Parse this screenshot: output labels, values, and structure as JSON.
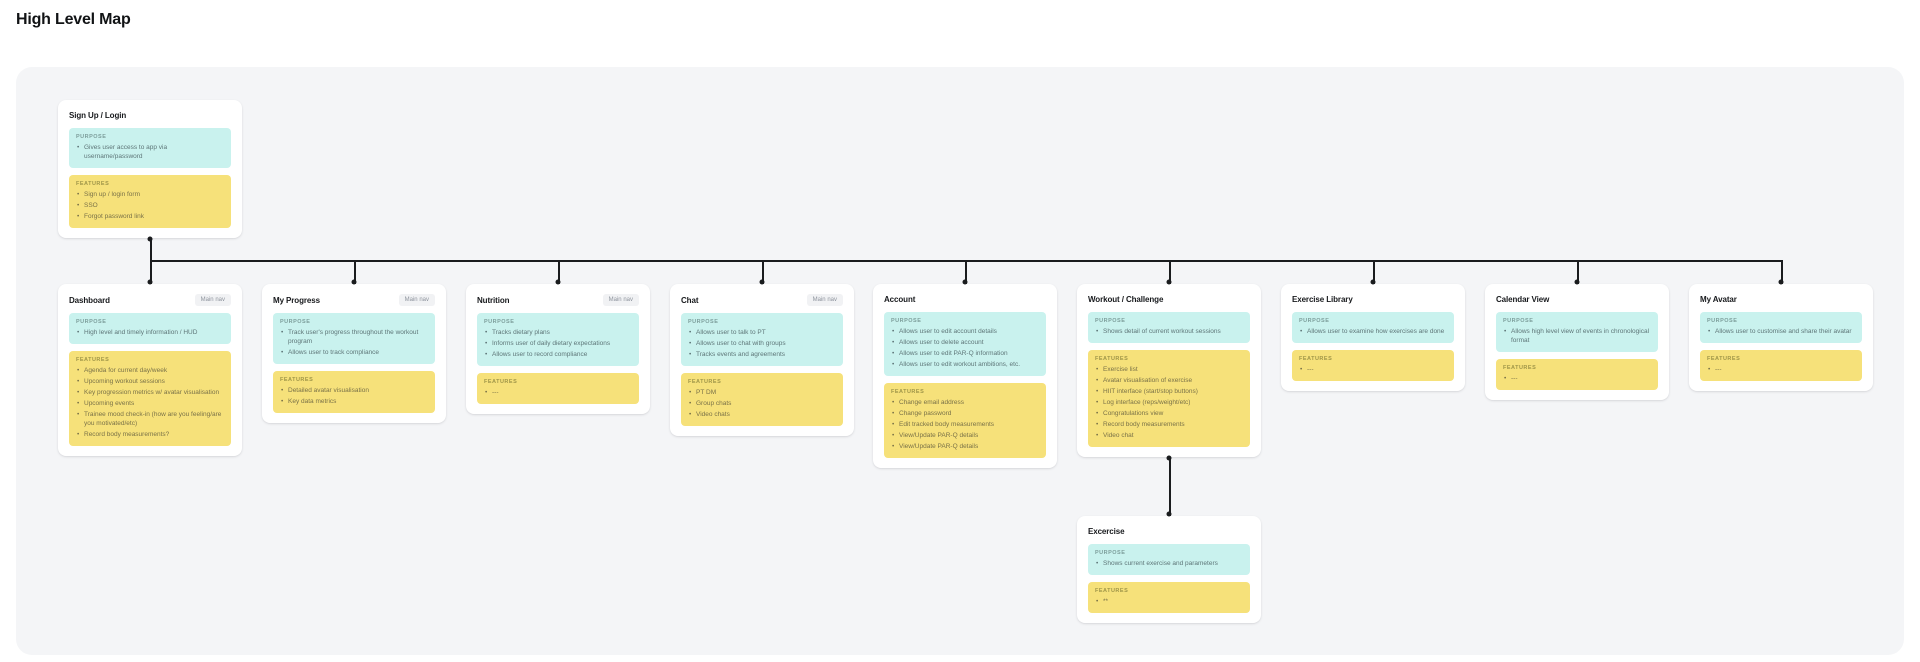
{
  "page_title": "High Level Map",
  "labels": {
    "purpose": "PURPOSE",
    "features": "FEATURES",
    "main_nav": "Main nav"
  },
  "colors": {
    "board_bg": "#f4f5f7",
    "purpose_bg": "#c9f2ee",
    "features_bg": "#f6e17a",
    "connector": "#1a1c1e"
  },
  "cards": {
    "signup": {
      "title": "Sign Up / Login",
      "purpose": [
        "Gives user access to app via username/password"
      ],
      "features": [
        "Sign up / login form",
        "SSO",
        "Forgot password link"
      ]
    },
    "dashboard": {
      "title": "Dashboard",
      "badge": "Main nav",
      "purpose": [
        "High level and timely information / HUD"
      ],
      "features": [
        "Agenda for current day/week",
        "Upcoming workout sessions",
        "Key progression metrics w/ avatar visualisation",
        "Upcoming events",
        "Trainee mood check-in (how are you feeling/are you motivated/etc)",
        "Record body measurements?"
      ]
    },
    "myprogress": {
      "title": "My Progress",
      "badge": "Main nav",
      "purpose": [
        "Track user's progress throughout the workout program",
        "Allows user to track compliance"
      ],
      "features": [
        "Detailed avatar visualisation",
        "Key data metrics"
      ]
    },
    "nutrition": {
      "title": "Nutrition",
      "badge": "Main nav",
      "purpose": [
        "Tracks dietary plans",
        "Informs user of daily dietary expectations",
        "Allows user to record compliance"
      ],
      "features": [
        "---"
      ]
    },
    "chat": {
      "title": "Chat",
      "badge": "Main nav",
      "purpose": [
        "Allows user to talk to PT",
        "Allows user to chat with groups",
        "Tracks events and agreements"
      ],
      "features": [
        "PT DM",
        "Group chats",
        "Video chats"
      ]
    },
    "account": {
      "title": "Account",
      "purpose": [
        "Allows user to edit account details",
        "Allows user to delete account",
        "Allows user to edit PAR-Q information",
        "Allows user to edit workout ambitions, etc."
      ],
      "features": [
        "Change email address",
        "Change password",
        "Edit tracked body measurements",
        "View/Update PAR-Q details",
        "View/Update PAR-Q details"
      ]
    },
    "workout": {
      "title": "Workout / Challenge",
      "purpose": [
        "Shows detail of current workout sessions"
      ],
      "features": [
        "Exercise list",
        "Avatar visualisation of exercise",
        "HIIT interface (start/stop buttons)",
        "Log interface (reps/weight/etc)",
        "Congratulations view",
        "Record body measurements",
        "Video chat"
      ]
    },
    "exlib": {
      "title": "Exercise Library",
      "purpose": [
        "Allows user to examine how exercises are done"
      ],
      "features": [
        "---"
      ]
    },
    "calendar": {
      "title": "Calendar View",
      "purpose": [
        "Allows high level view of events in chronological format"
      ],
      "features": [
        "---"
      ]
    },
    "avatar": {
      "title": "My Avatar",
      "purpose": [
        "Allows user to customise and share their avatar"
      ],
      "features": [
        "---"
      ]
    },
    "excercise": {
      "title": "Excercise",
      "purpose": [
        "Shows current exercise and parameters"
      ],
      "features": [
        "**"
      ]
    }
  }
}
